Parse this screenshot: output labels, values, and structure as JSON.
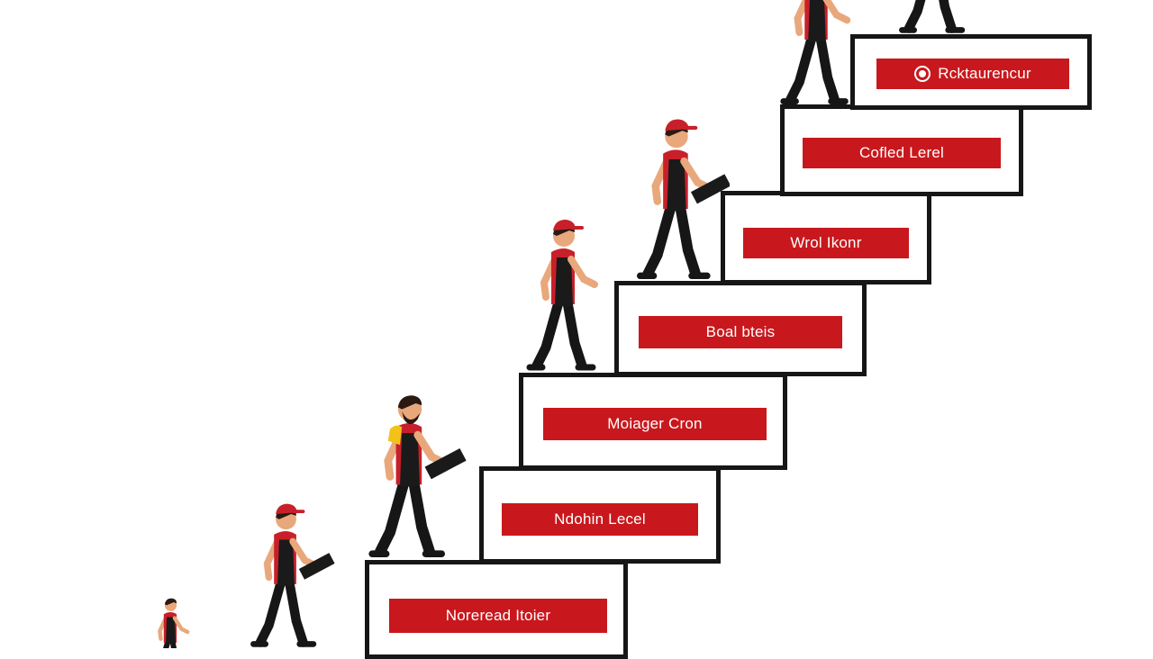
{
  "steps": [
    {
      "label": "Noreread Itoier",
      "has_icon": false
    },
    {
      "label": "Ndohin Lecel",
      "has_icon": false
    },
    {
      "label": "Moiager Cron",
      "has_icon": false
    },
    {
      "label": "Boal bteis",
      "has_icon": false
    },
    {
      "label": "Wrol Ikonr",
      "has_icon": false
    },
    {
      "label": "Cofled Lerel",
      "has_icon": false
    },
    {
      "label": "Rcktaurencur",
      "has_icon": true
    }
  ],
  "colors": {
    "background": "#ffffff",
    "step_border": "#161616",
    "label_fill": "#c8181d",
    "shirt": "#c8202a",
    "apron": "#1a1a1a",
    "pants": "#161616",
    "skin": "#e8a87c",
    "hair": "#2a1a12",
    "accent_yellow": "#f2c21a"
  },
  "icons": {
    "label_badge": "restaurant-badge-icon"
  },
  "figures": [
    {
      "role": "worker",
      "cap": false,
      "beard": false,
      "yellow_sleeve": false,
      "carrying": false
    },
    {
      "role": "worker",
      "cap": true,
      "beard": false,
      "yellow_sleeve": false,
      "carrying": true
    },
    {
      "role": "worker",
      "cap": false,
      "beard": true,
      "yellow_sleeve": true,
      "carrying": true
    },
    {
      "role": "worker",
      "cap": true,
      "beard": false,
      "yellow_sleeve": false,
      "carrying": false
    },
    {
      "role": "worker",
      "cap": true,
      "beard": false,
      "yellow_sleeve": false,
      "carrying": true
    },
    {
      "role": "worker",
      "cap": false,
      "beard": false,
      "yellow_sleeve": false,
      "carrying": false
    },
    {
      "role": "worker",
      "cap": false,
      "beard": false,
      "yellow_sleeve": false,
      "carrying": false
    }
  ]
}
